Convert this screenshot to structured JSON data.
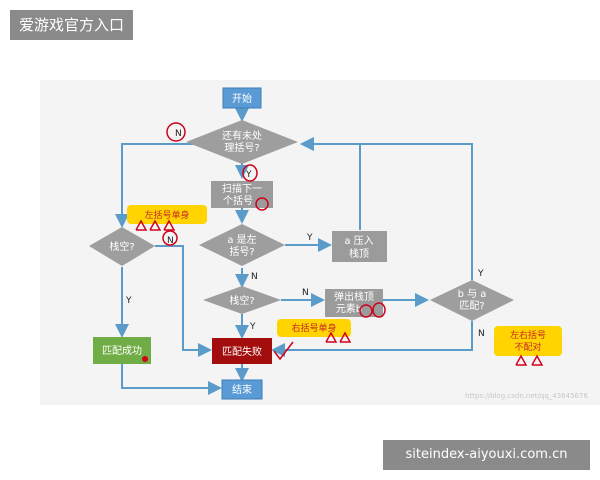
{
  "header": {
    "site_title": "爱游戏官方入口"
  },
  "footer": {
    "site_url": "siteindex-aiyouxi.com.cn"
  },
  "diagram": {
    "watermark": "https://blog.csdn.net/qq_43645676",
    "nodes": {
      "start": "开始",
      "has_unprocessed_line1": "还有未处",
      "has_unprocessed_line2": "理括号?",
      "scan_next_line1": "扫描下一",
      "scan_next_line2": "个括号",
      "is_left_line1": "a 是左",
      "is_left_line2": "括号?",
      "push_line1": "a 压入",
      "push_line2": "栈顶",
      "stack_empty_mid": "栈空?",
      "pop_line1": "弹出栈顶",
      "pop_line2": "元素b",
      "b_matches_line1": "b 与 a",
      "b_matches_line2": "匹配?",
      "stack_empty_left": "栈空?",
      "match_success": "匹配成功",
      "match_fail": "匹配失败",
      "end": "结束"
    },
    "notes": {
      "left_extra": "左括号单身",
      "right_extra": "右括号单身",
      "mismatch_line1": "左右括号",
      "mismatch_line2": "不配对"
    },
    "labels": {
      "n_top": "N",
      "y_scan": "Y",
      "y_push": "Y",
      "n_is_left": "N",
      "n_stack_mid": "N",
      "y_b_match": "Y",
      "n_b_match": "N",
      "y_stack_mid": "Y",
      "n_stack_left": "N",
      "y_stack_left": "Y"
    },
    "colors": {
      "decision": "#9e9e9e",
      "process_gray": "#9b9b9b",
      "terminal_blue": "#5b9bd5",
      "success_green": "#70ad47",
      "fail_red": "#a30d0d",
      "note_yellow": "#ffd400",
      "arrow": "#5b9bc9",
      "annotation_red": "#d0021b"
    }
  }
}
